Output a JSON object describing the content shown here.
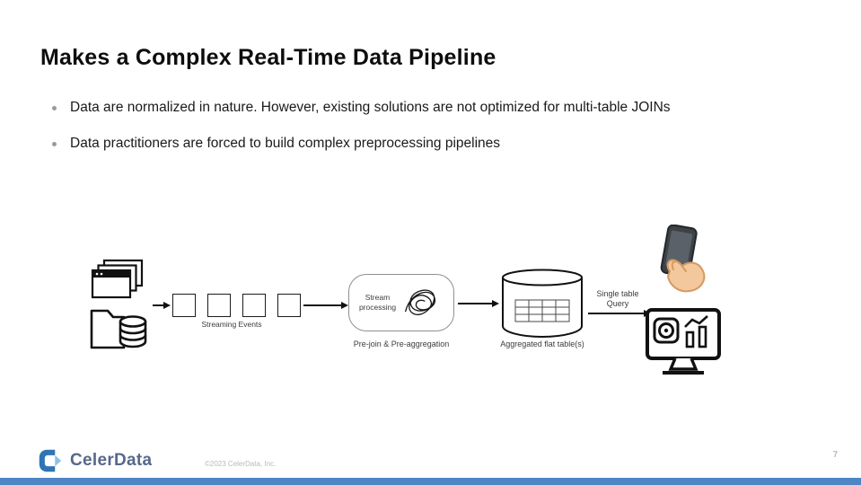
{
  "slide": {
    "title": "Makes a Complex Real-Time Data Pipeline",
    "bullets": [
      "Data are normalized in nature. However, existing solutions are not optimized for multi-table JOINs",
      "Data practitioners are forced to build complex preprocessing pipelines"
    ]
  },
  "diagram": {
    "streaming_events_label": "Streaming Events",
    "stream_box": {
      "label": "Stream\nprocessing",
      "caption": "Pre-join & Pre-aggregation"
    },
    "flat_table_caption": "Aggregated flat table(s)",
    "query_arrow_label": "Single table\nQuery"
  },
  "footer": {
    "logo_text": "CelerData",
    "copyright": "©2023 CelerData, Inc.",
    "page_number": "7"
  },
  "colors": {
    "accent_bar": "#4d86c5",
    "logo_blue": "#2e75b6",
    "logo_light_blue": "#8ec1e8",
    "logo_text": "#56688c"
  }
}
